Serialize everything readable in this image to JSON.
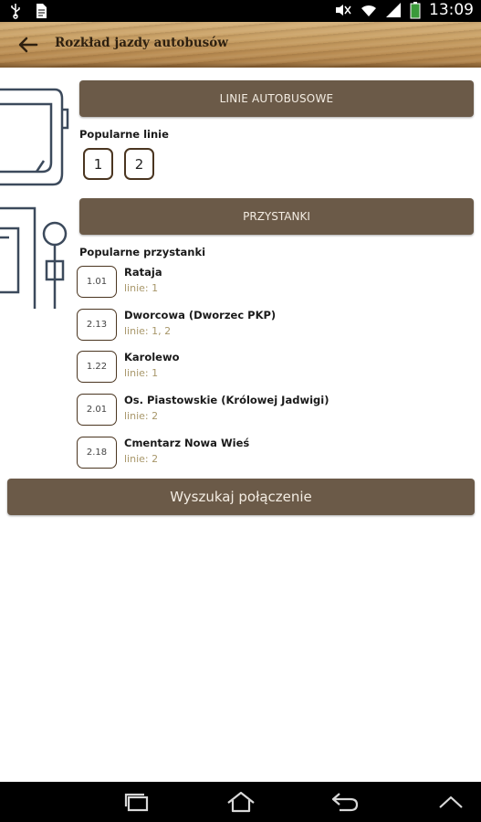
{
  "status_bar": {
    "time": "13:09",
    "icons": [
      "usb-icon",
      "file-icon",
      "mute-icon",
      "wifi-icon",
      "signal-icon",
      "battery-icon"
    ]
  },
  "toolbar": {
    "title": "Rozkład jazdy autobusów",
    "back_icon": "arrow-left-icon"
  },
  "lines_section": {
    "button_label": "LINIE AUTOBUSOWE",
    "popular_label": "Popularne linie",
    "popular": [
      "1",
      "2"
    ]
  },
  "stops_section": {
    "button_label": "PRZYSTANKI",
    "popular_label": "Popularne przystanki",
    "stops": [
      {
        "code": "1.01",
        "name": "Rataja",
        "lines": "linie: 1"
      },
      {
        "code": "2.13",
        "name": "Dworcowa (Dworzec PKP)",
        "lines": "linie: 1, 2"
      },
      {
        "code": "1.22",
        "name": "Karolewo",
        "lines": "linie: 1"
      },
      {
        "code": "2.01",
        "name": "Os. Piastowskie (Królowej Jadwigi)",
        "lines": "linie: 2"
      },
      {
        "code": "2.18",
        "name": "Cmentarz Nowa Wieś",
        "lines": "linie: 2"
      }
    ]
  },
  "search_button": {
    "label": "Wyszukaj połączenie"
  },
  "colors": {
    "button_bg": "#6b5a48",
    "chip_border": "#4a3520",
    "lines_text": "#a8976a"
  },
  "nav_bar": {
    "icons": [
      "recent-apps-icon",
      "home-icon",
      "back-icon",
      "chevron-up-icon"
    ]
  }
}
